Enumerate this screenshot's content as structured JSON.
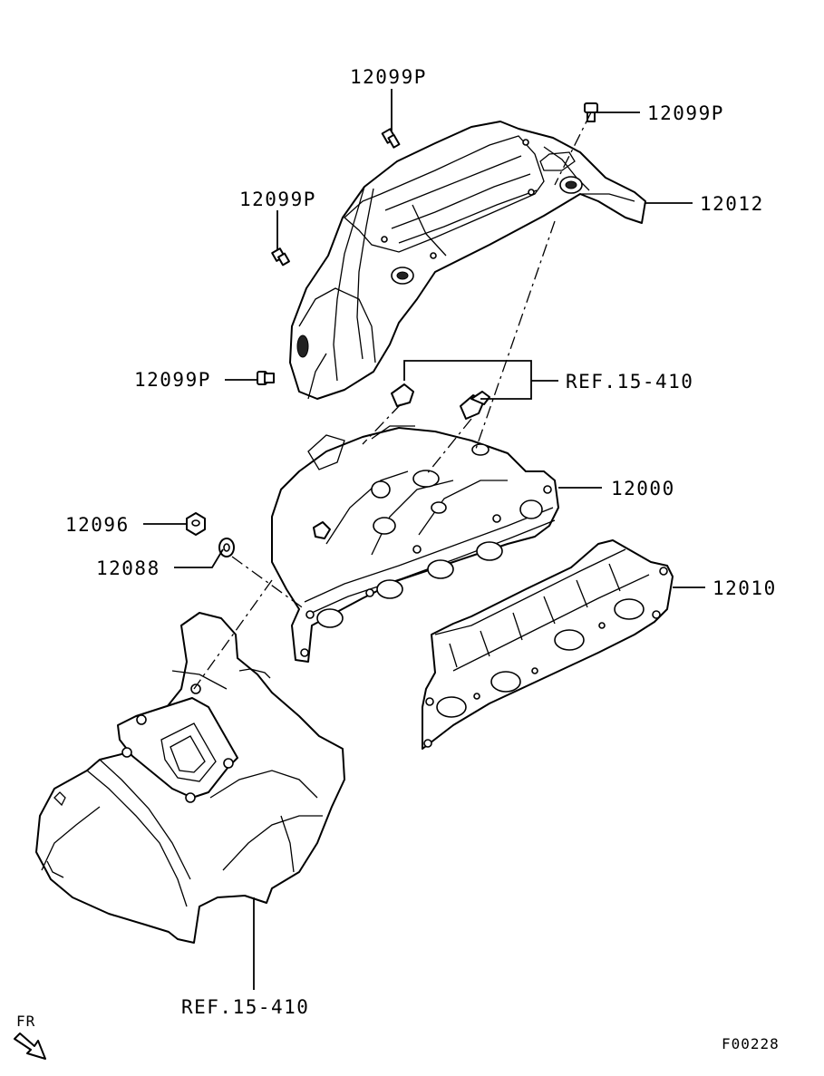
{
  "diagram": {
    "labels": {
      "bolt_top": "12099P",
      "bolt_top_right": "12099P",
      "bolt_left_upper": "12099P",
      "bolt_left_lower": "12099P",
      "heat_shield": "12012",
      "ref_upper": "REF.15-410",
      "exhaust_manifold": "12000",
      "nut": "12096",
      "washer": "12088",
      "gasket": "12010",
      "ref_lower": "REF.15-410",
      "front_indicator": "FR",
      "figure_code": "F00228"
    },
    "colors": {
      "line": "#000000",
      "background": "#ffffff"
    }
  }
}
